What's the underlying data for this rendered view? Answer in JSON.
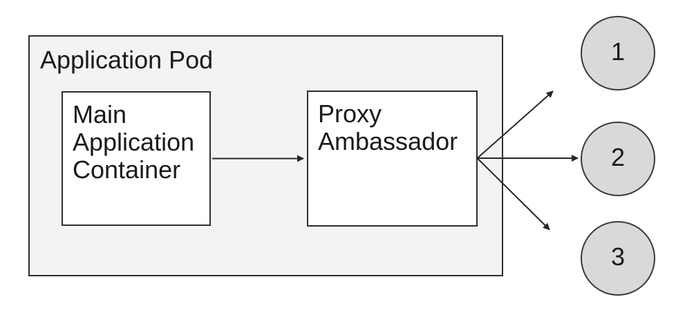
{
  "diagram": {
    "pod": {
      "label": "Application Pod"
    },
    "nodes": [
      {
        "id": "main-container",
        "label": "Main Application Container",
        "shape": "rectangle"
      },
      {
        "id": "proxy-ambassador",
        "label": "Proxy Ambassador",
        "shape": "rectangle"
      },
      {
        "id": "endpoint-1",
        "label": "1",
        "shape": "circle"
      },
      {
        "id": "endpoint-2",
        "label": "2",
        "shape": "circle"
      },
      {
        "id": "endpoint-3",
        "label": "3",
        "shape": "circle"
      }
    ],
    "edges": [
      {
        "from": "main-container",
        "to": "proxy-ambassador",
        "type": "arrow"
      },
      {
        "from": "proxy-ambassador",
        "to": "endpoint-1",
        "type": "arrow"
      },
      {
        "from": "proxy-ambassador",
        "to": "endpoint-2",
        "type": "arrow"
      },
      {
        "from": "proxy-ambassador",
        "to": "endpoint-3",
        "type": "arrow"
      }
    ],
    "colors": {
      "background": "#ffffff",
      "pod_fill": "#f3f3f3",
      "node_fill": "#ffffff",
      "endpoint_fill": "#d9d9d9",
      "stroke": "#2e2e2e"
    }
  }
}
